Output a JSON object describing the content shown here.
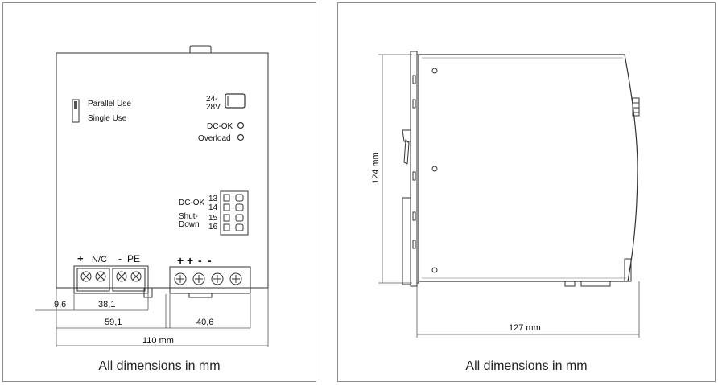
{
  "front_view": {
    "switch_labels": {
      "parallel": "Parallel Use",
      "single": "Single Use"
    },
    "voltage_label_line1": "24-",
    "voltage_label_line2": "28V",
    "led_dc_ok": "DC-OK",
    "led_overload": "Overload",
    "relay_dc_ok": "DC-OK",
    "relay_shutdown_line1": "Shut-",
    "relay_shutdown_line2": "Down",
    "relay_pins": [
      "13",
      "14",
      "15",
      "16"
    ],
    "input_terminal_labels": {
      "plus": "+",
      "nc": "N/C",
      "minus": "-",
      "pe": "PE"
    },
    "output_terminal_labels": [
      "+",
      "+",
      "-",
      "-"
    ],
    "dimensions": {
      "d1": "9,6",
      "d2": "38,1",
      "d3": "59,1",
      "d4": "40,6",
      "d5": "110 mm"
    },
    "caption": "All dimensions in mm"
  },
  "side_view": {
    "height_label": "124 mm",
    "depth_label": "127 mm",
    "caption": "All dimensions in mm"
  }
}
